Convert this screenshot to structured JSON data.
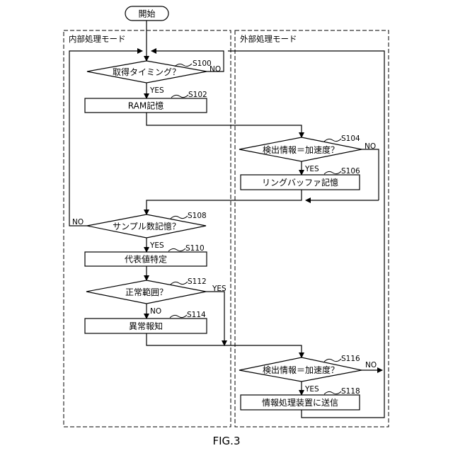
{
  "zones": {
    "internal": "内部処理モード",
    "external": "外部処理モード"
  },
  "nodes": {
    "start": "開始",
    "s100": "取得タイミング？",
    "s102": "RAM記憶",
    "s104": "検出情報＝加速度？",
    "s106": "リングバッファ記憶",
    "s108": "サンプル数記憶？",
    "s110": "代表値特定",
    "s112": "正常範囲？",
    "s114": "異常報知",
    "s116": "検出情報＝加速度？",
    "s118": "情報処理装置に送信"
  },
  "steps": {
    "s100": "S100",
    "s102": "S102",
    "s104": "S104",
    "s106": "S106",
    "s108": "S108",
    "s110": "S110",
    "s112": "S112",
    "s114": "S114",
    "s116": "S116",
    "s118": "S118"
  },
  "edges": {
    "s100_yes": "YES",
    "s100_no": "NO",
    "s104_yes": "YES",
    "s104_no": "NO",
    "s108_yes": "YES",
    "s108_no": "NO",
    "s112_yes": "YES",
    "s112_no": "NO",
    "s116_yes": "YES",
    "s116_no": "NO"
  },
  "figure_label": "FIG.3"
}
